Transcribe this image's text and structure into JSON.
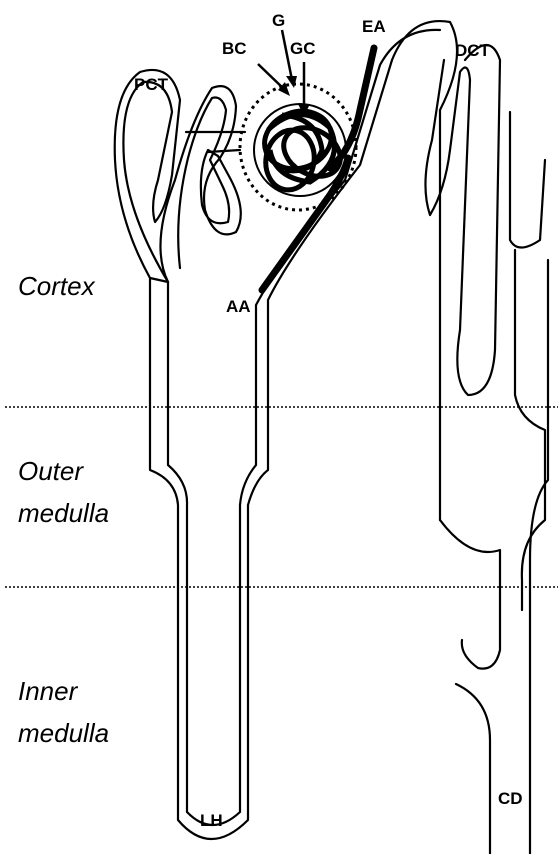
{
  "labels": {
    "pct": "PCT",
    "bc": "BC",
    "g": "G",
    "gc": "GC",
    "ea": "EA",
    "dct": "DCT",
    "aa": "AA",
    "lh": "LH",
    "cd": "CD"
  },
  "regions": {
    "cortex": [
      "Cortex"
    ],
    "outer_medulla": [
      "Outer",
      "medulla"
    ],
    "inner_medulla": [
      "Inner",
      "medulla"
    ]
  },
  "colors": {
    "stroke": "#000000",
    "background": "#ffffff"
  }
}
